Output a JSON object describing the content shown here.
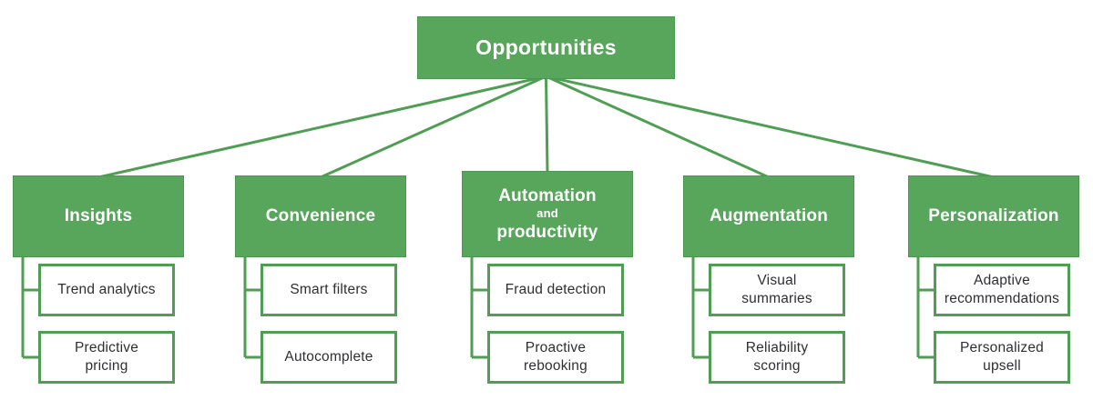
{
  "root": {
    "label": "Opportunities"
  },
  "groups": [
    {
      "label": "Insights",
      "children": [
        {
          "label": "Trend analytics",
          "lines": [
            "Trend analytics"
          ]
        },
        {
          "label": "Predictive pricing",
          "lines": [
            "Predictive",
            "pricing"
          ]
        }
      ]
    },
    {
      "label": "Convenience",
      "children": [
        {
          "label": "Smart filters",
          "lines": [
            "Smart filters"
          ]
        },
        {
          "label": "Autocomplete",
          "lines": [
            "Autocomplete"
          ]
        }
      ]
    },
    {
      "label": "Automation and productivity",
      "label_lines": [
        {
          "text": "Automation",
          "small": false
        },
        {
          "text": "and",
          "small": true
        },
        {
          "text": "productivity",
          "small": false
        }
      ],
      "children": [
        {
          "label": "Fraud detection",
          "lines": [
            "Fraud detection"
          ]
        },
        {
          "label": "Proactive rebooking",
          "lines": [
            "Proactive",
            "rebooking"
          ]
        }
      ]
    },
    {
      "label": "Augmentation",
      "children": [
        {
          "label": "Visual summaries",
          "lines": [
            "Visual",
            "summaries"
          ]
        },
        {
          "label": "Reliability scoring",
          "lines": [
            "Reliability",
            "scoring"
          ]
        }
      ]
    },
    {
      "label": "Personalization",
      "children": [
        {
          "label": "Adaptive recommendations",
          "lines": [
            "Adaptive",
            "recommendations"
          ]
        },
        {
          "label": "Personalized upsell",
          "lines": [
            "Personalized",
            "upsell"
          ]
        }
      ]
    }
  ],
  "colors": {
    "background": "#ffffff",
    "box_fill": "#58a55c",
    "box_border": "#4c9750",
    "line": "#4f9e53",
    "title_text": "#ffffff",
    "child_text": "#2e2f32"
  }
}
